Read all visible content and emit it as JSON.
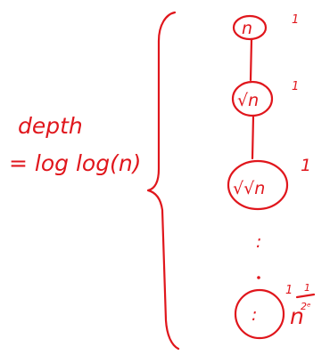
{
  "left_label": {
    "line1": "depth",
    "line2": "= log log(n)"
  },
  "levels": [
    {
      "node_text": "n",
      "cost": "1"
    },
    {
      "node_text": "√n",
      "cost": "1"
    },
    {
      "node_text": "√√n",
      "cost": "1"
    }
  ],
  "ellipsis": ":",
  "leaf": {
    "cost": "1",
    "expr_base": "n",
    "exp_num": "1",
    "exp_den": "2ᵉ"
  },
  "ink_color": "#e0161c"
}
